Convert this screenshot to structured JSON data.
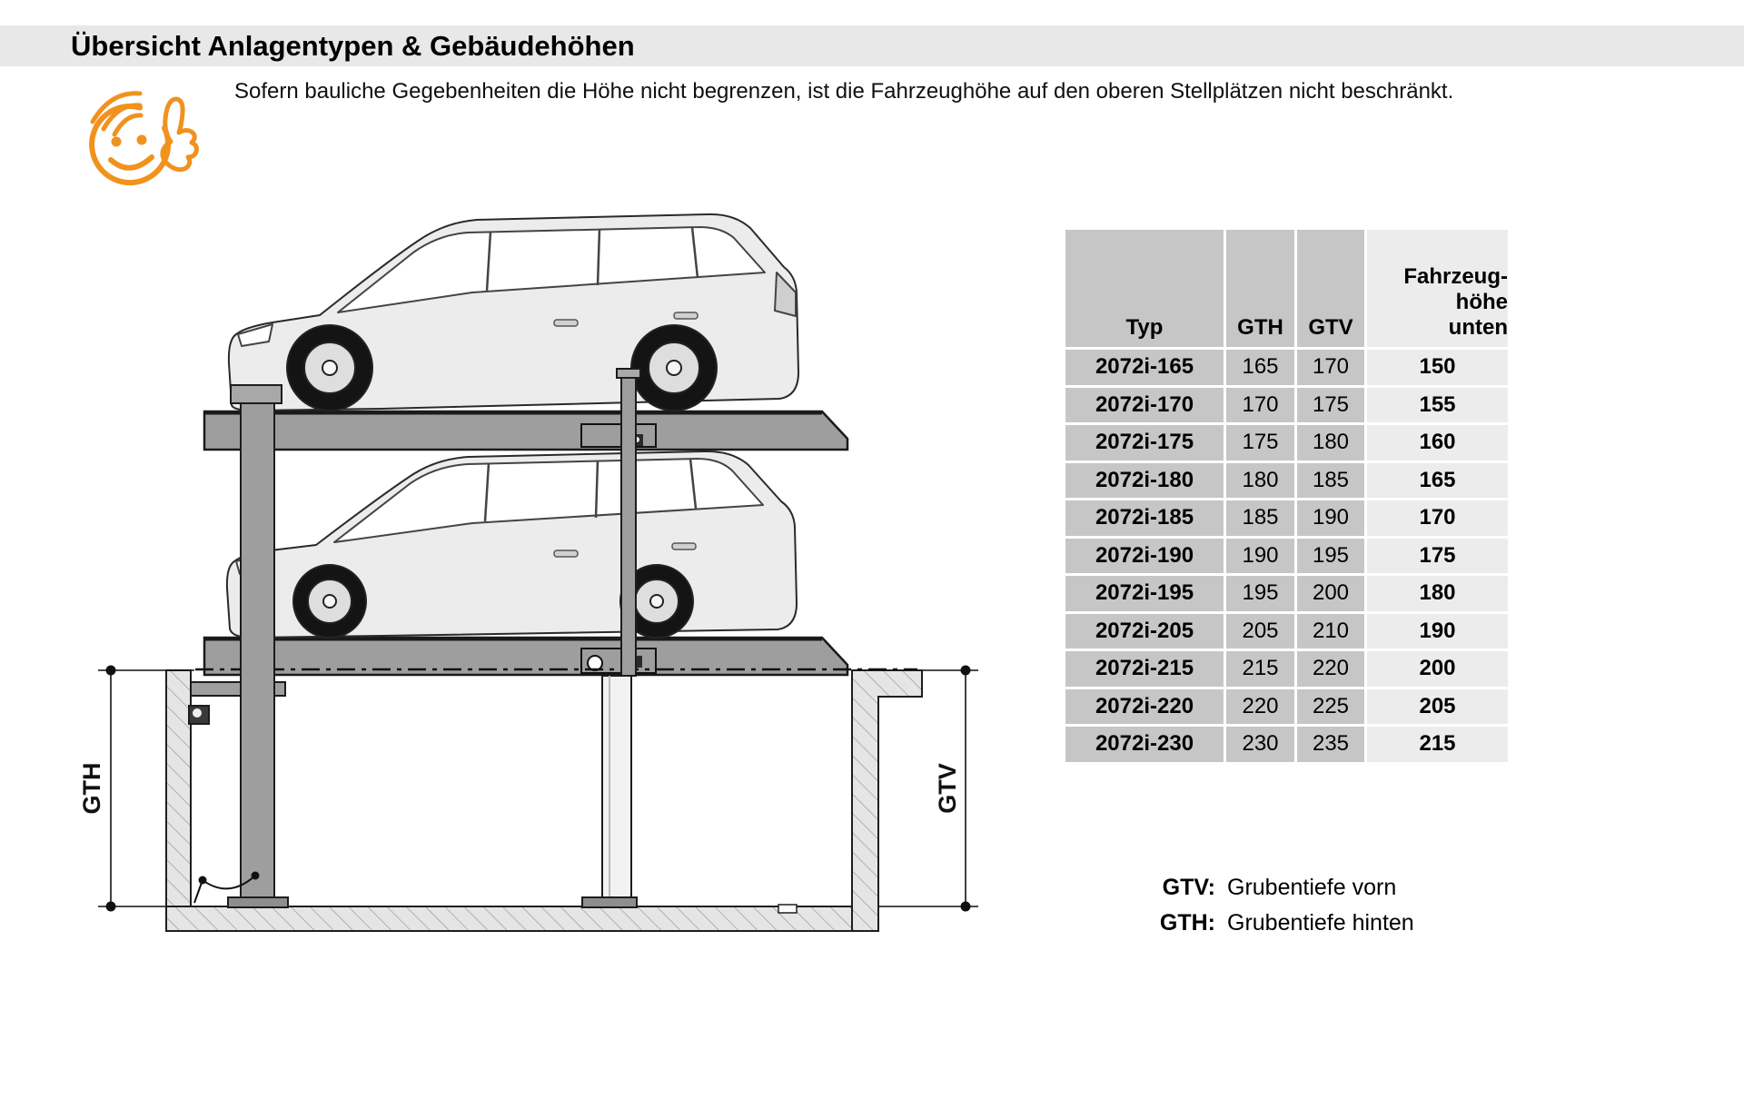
{
  "page": {
    "title": "Übersicht Anlagentypen & Gebäudehöhen",
    "note": "Sofern bauliche Gegebenheiten die Höhe nicht begrenzen, ist die Fahrzeughöhe auf den oberen Stellplätzen nicht beschränkt."
  },
  "diagram": {
    "gth": "GTH",
    "gtv": "GTV"
  },
  "table": {
    "headers": {
      "typ": "Typ",
      "gth": "GTH",
      "gtv": "GTV",
      "fh": [
        "Fahrzeug-",
        "höhe",
        "unten"
      ]
    },
    "rows": [
      {
        "typ": "2072i-165",
        "gth": "165",
        "gtv": "170",
        "fh": "150"
      },
      {
        "typ": "2072i-170",
        "gth": "170",
        "gtv": "175",
        "fh": "155"
      },
      {
        "typ": "2072i-175",
        "gth": "175",
        "gtv": "180",
        "fh": "160"
      },
      {
        "typ": "2072i-180",
        "gth": "180",
        "gtv": "185",
        "fh": "165"
      },
      {
        "typ": "2072i-185",
        "gth": "185",
        "gtv": "190",
        "fh": "170"
      },
      {
        "typ": "2072i-190",
        "gth": "190",
        "gtv": "195",
        "fh": "175"
      },
      {
        "typ": "2072i-195",
        "gth": "195",
        "gtv": "200",
        "fh": "180"
      },
      {
        "typ": "2072i-205",
        "gth": "205",
        "gtv": "210",
        "fh": "190"
      },
      {
        "typ": "2072i-215",
        "gth": "215",
        "gtv": "220",
        "fh": "200"
      },
      {
        "typ": "2072i-220",
        "gth": "220",
        "gtv": "225",
        "fh": "205"
      },
      {
        "typ": "2072i-230",
        "gth": "230",
        "gtv": "235",
        "fh": "215"
      }
    ]
  },
  "legend": [
    {
      "label": "GTV:",
      "text": "Grubentiefe vorn"
    },
    {
      "label": "GTH:",
      "text": "Grubentiefe hinten"
    }
  ],
  "colors": {
    "accent_orange": "#f0921e",
    "band_gray": "#e8e8e8",
    "table_gray": "#c6c6c6",
    "table_light": "#ececec",
    "steel_gray": "#9e9e9e"
  }
}
